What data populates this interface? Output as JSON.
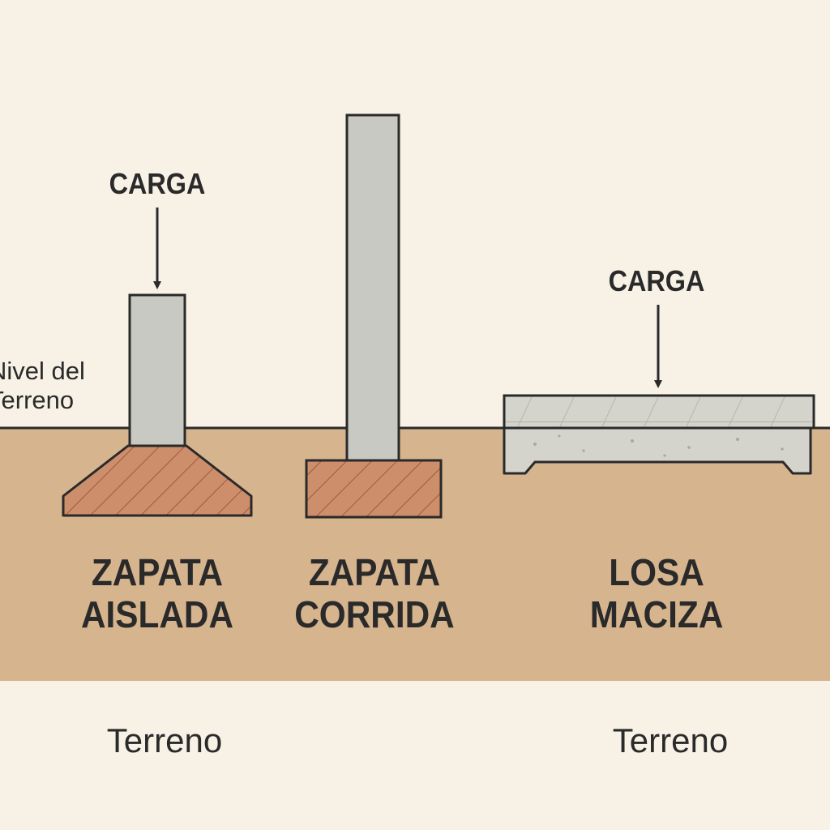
{
  "ground_level_label": {
    "line1": "Nivel del",
    "line2": "Terreno"
  },
  "foundations": [
    {
      "type_line1": "ZAPATA",
      "type_line2": "AISLADA",
      "load_label": "CARGA"
    },
    {
      "type_line1": "ZAPATA",
      "type_line2": "CORRIDA"
    },
    {
      "type_line1": "LOSA",
      "type_line2": "MACIZA",
      "load_label": "CARGA"
    }
  ],
  "soil_labels": [
    "Terreno",
    "Terreno"
  ],
  "colors": {
    "background": "#f8f2e6",
    "soil": "#d6b48e",
    "footing_brick": "#cd8e6c",
    "concrete": "#c9c9c3",
    "slab": "#d4d4cd",
    "outline": "#2a2a2a"
  }
}
